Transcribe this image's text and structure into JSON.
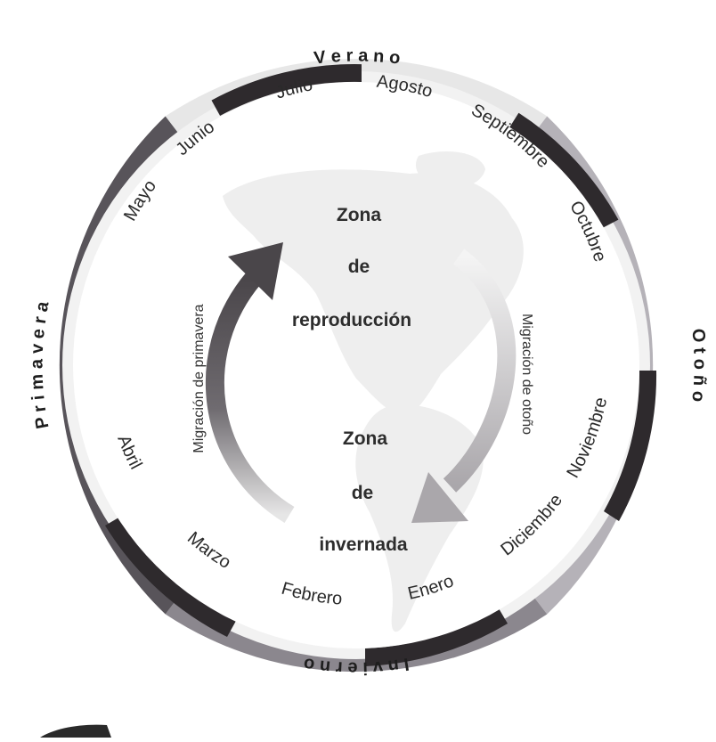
{
  "seasons": {
    "summer": "V e r a n o",
    "autumn": "O t o ñ o",
    "winter": "I n v i e r n o",
    "spring": "P r i m a v e r a"
  },
  "months": {
    "jan": "Enero",
    "feb": "Febrero",
    "mar": "Marzo",
    "apr": "Abril",
    "may": "Mayo",
    "jun": "Junio",
    "jul": "Julio",
    "aug": "Agosto",
    "sep": "Septiembre",
    "oct": "Octubre",
    "nov": "Noviembre",
    "dec": "Diciembre"
  },
  "zones": {
    "breeding": [
      "Zona",
      "de",
      "reproducción"
    ],
    "wintering": [
      "Zona",
      "de",
      "invernada"
    ]
  },
  "migrations": {
    "spring": "Migración de primavera",
    "autumn": "Migración de otoño"
  },
  "colors": {
    "summer": "#e7e7e7",
    "autumn": "#b5b2b8",
    "winter": "#8b878e",
    "spring": "#58545a",
    "dark_band": "#2e2a2d",
    "light_band": "#f2f2f2",
    "map": "#eeeeee"
  }
}
